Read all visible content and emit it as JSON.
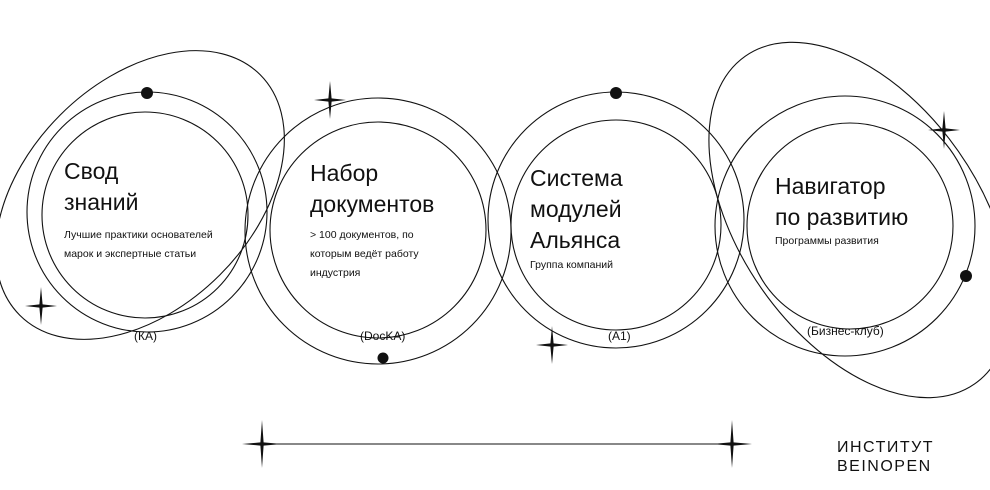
{
  "modules": [
    {
      "title": "Свод\nзнаний",
      "subtitle": "Лучшие практики основателей\nмарок и экспертные статьи",
      "tag": "(КА)"
    },
    {
      "title": "Набор\nдокументов",
      "subtitle": "> 100 документов, по\nкоторым ведёт работу\nиндустрия",
      "tag": "(DocKA)"
    },
    {
      "title": "Система\nмодулей\nАльянса",
      "subtitle": "Группа компаний",
      "tag": "(А1)"
    },
    {
      "title": "Навигатор\nпо развитию",
      "subtitle": "Программы развития",
      "tag": "(Бизнес-клуб)"
    }
  ],
  "logo": {
    "line1": "ИНСТИТУТ",
    "line2": "BEINOPEN"
  },
  "colors": {
    "ink": "#111111",
    "background": "#ffffff"
  }
}
